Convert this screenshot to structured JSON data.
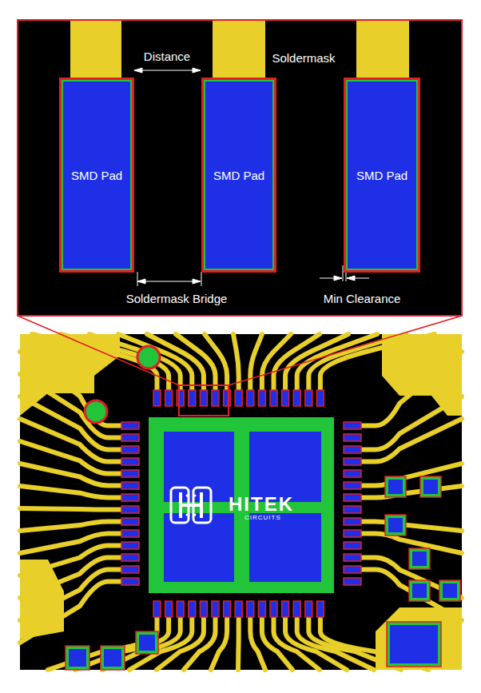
{
  "diagram": {
    "nodes": [
      {
        "text": [
          "SMD Pad"
        ]
      },
      {
        "text": [
          "SMD Pad"
        ]
      },
      {
        "text": [
          "SMD Pad"
        ]
      }
    ],
    "labels": [
      "Distance",
      "Soldermask",
      "Soldermask Bridge",
      "Min Clearance",
      "HITEK",
      "CIRCUITS"
    ]
  }
}
